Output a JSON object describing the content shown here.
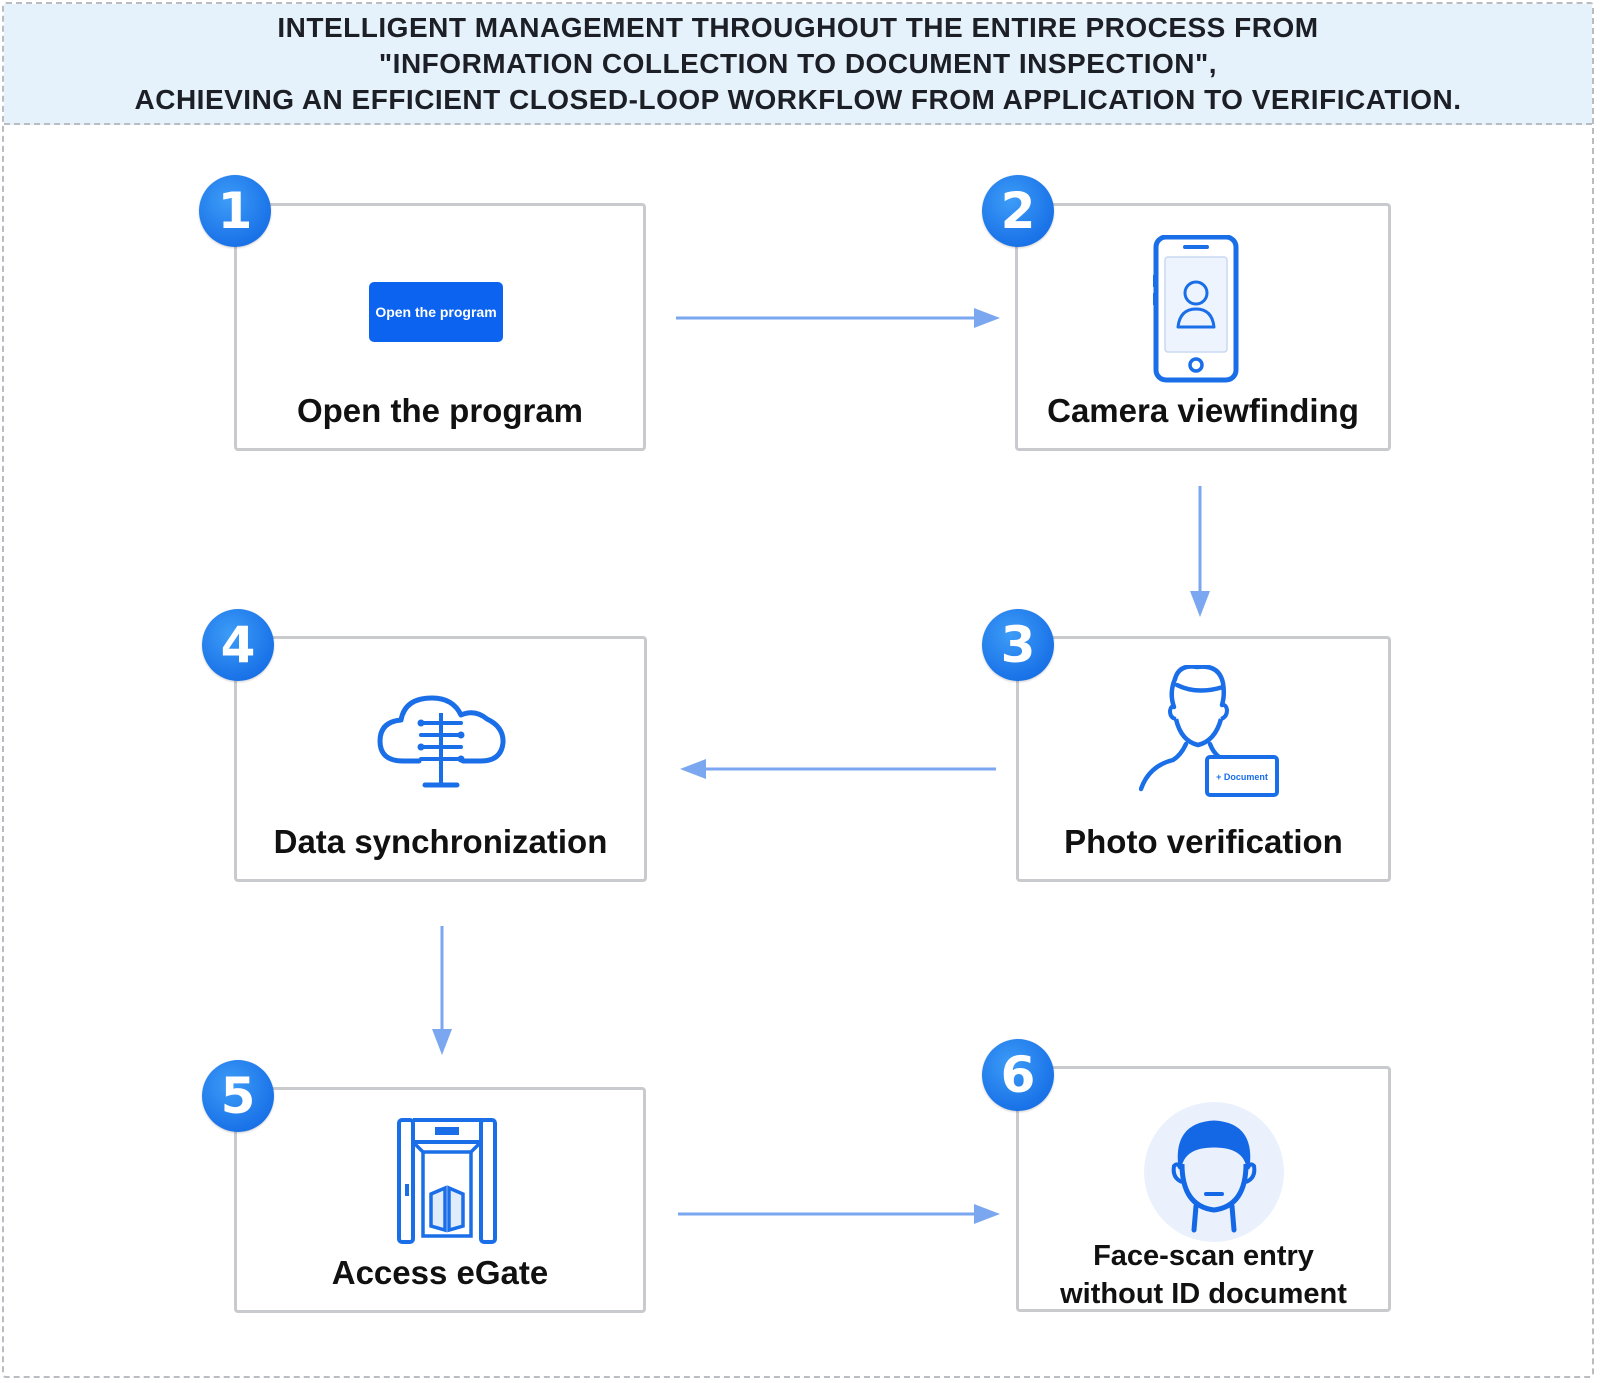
{
  "header": {
    "lines": [
      "INTELLIGENT MANAGEMENT THROUGHOUT THE ENTIRE PROCESS FROM",
      "\"INFORMATION COLLECTION TO DOCUMENT INSPECTION\",",
      "ACHIEVING AN EFFICIENT CLOSED-LOOP WORKFLOW FROM APPLICATION TO VERIFICATION."
    ]
  },
  "steps": [
    {
      "number": "1",
      "label": "Open the program",
      "button_text": "Open the program",
      "icon": "open-program-button-icon"
    },
    {
      "number": "2",
      "label": "Camera viewfinding",
      "icon": "smartphone-camera-icon"
    },
    {
      "number": "3",
      "label": "Photo verification",
      "document_tag": "+ Document",
      "icon": "person-document-icon"
    },
    {
      "number": "4",
      "label": "Data synchronization",
      "icon": "cloud-sync-icon"
    },
    {
      "number": "5",
      "label": "Access eGate",
      "icon": "egate-icon"
    },
    {
      "number": "6",
      "label_lines": [
        "Face-scan entry",
        "without ID document"
      ],
      "icon": "face-scan-icon"
    }
  ],
  "colors": {
    "badge": "#1a73e8",
    "icon_blue": "#1a6ee8",
    "arrow": "#7aa7ef",
    "header_bg": "#e5f1fb",
    "box_border": "#c8cace"
  }
}
